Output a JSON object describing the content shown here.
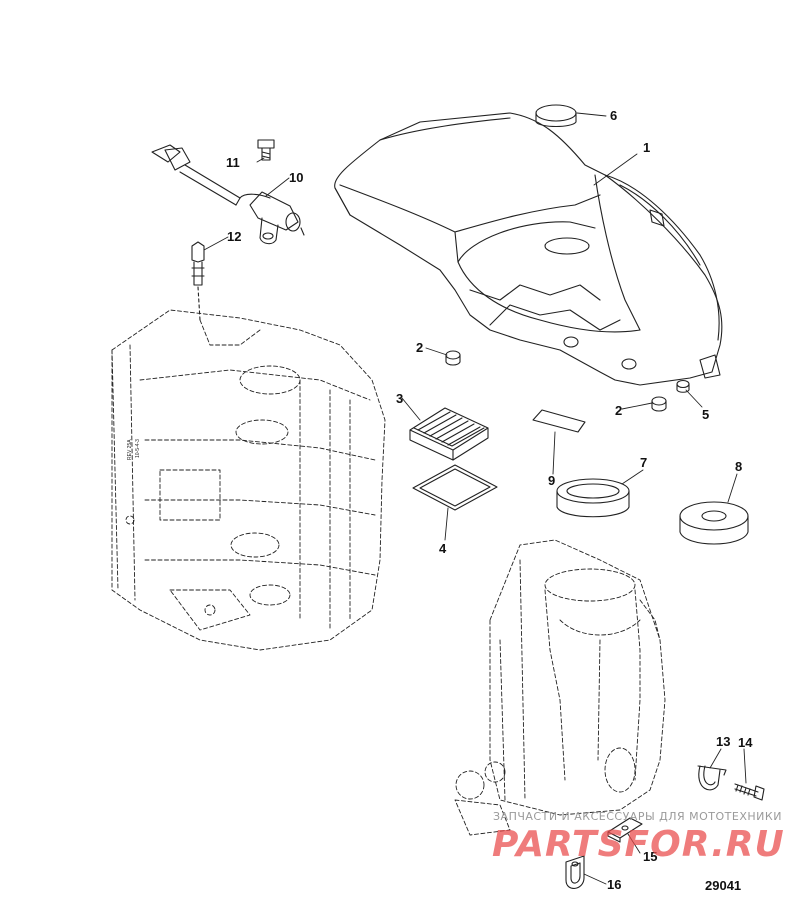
{
  "diagram": {
    "callouts": [
      {
        "label": "1"
      },
      {
        "label": "2"
      },
      {
        "label": "2"
      },
      {
        "label": "3"
      },
      {
        "label": "4"
      },
      {
        "label": "5"
      },
      {
        "label": "6"
      },
      {
        "label": "7"
      },
      {
        "label": "8"
      },
      {
        "label": "9"
      },
      {
        "label": "10"
      },
      {
        "label": "11"
      },
      {
        "label": "12"
      },
      {
        "label": "13"
      },
      {
        "label": "14"
      },
      {
        "label": "15"
      },
      {
        "label": "16"
      }
    ],
    "diagram_id": "29041"
  },
  "watermark": {
    "tagline": "ЗАПЧАСТИ И АКСЕССУАРЫ ДЛЯ МОТОТЕХНИКИ",
    "logo": "PARTSFOR.RU"
  },
  "colors": {
    "line": "#222222",
    "watermark": "#e94a4a"
  }
}
